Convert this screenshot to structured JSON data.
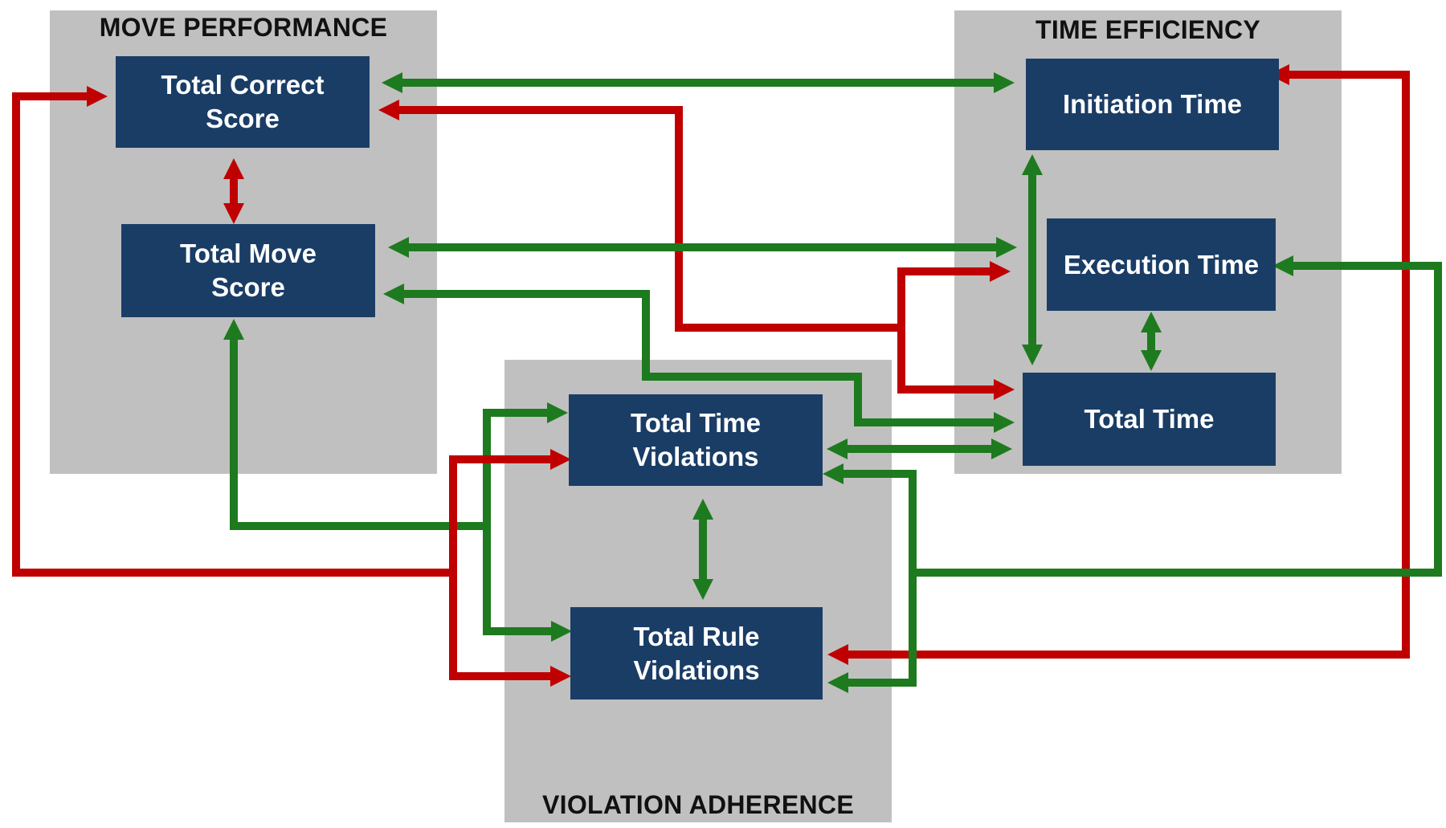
{
  "groups": {
    "move_performance": {
      "title": "MOVE PERFORMANCE"
    },
    "time_efficiency": {
      "title": "TIME EFFICIENCY"
    },
    "violation_adherence": {
      "title": "VIOLATION ADHERENCE"
    }
  },
  "nodes": {
    "total_correct_score": "Total Correct\nScore",
    "total_move_score": "Total Move\nScore",
    "initiation_time": "Initiation Time",
    "execution_time": "Execution Time",
    "total_time": "Total Time",
    "total_time_violations": "Total Time\nViolations",
    "total_rule_violations": "Total Rule\nViolations"
  },
  "colors": {
    "group_background": "#c0c0c0",
    "node_fill": "#1a3d66",
    "node_text": "#ffffff",
    "negative_relation": "#c00000",
    "positive_relation": "#1e7a1e"
  }
}
